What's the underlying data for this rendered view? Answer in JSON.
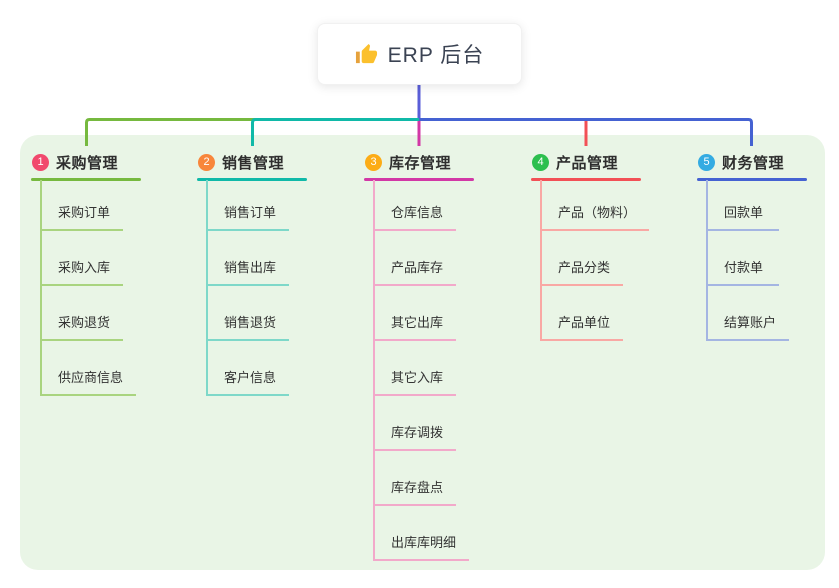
{
  "root": {
    "label": "ERP 后台",
    "icon": "thumbs-up-icon"
  },
  "colors": {
    "panel_bg": "#e9f5e6",
    "trunk": "#5a5ed8"
  },
  "branches": [
    {
      "index": "1",
      "title": "采购管理",
      "badge_color": "#f1496d",
      "line_color": "#76b93f",
      "child_line_color": "#a9d47f",
      "children": [
        "采购订单",
        "采购入库",
        "采购退货",
        "供应商信息"
      ]
    },
    {
      "index": "2",
      "title": "销售管理",
      "badge_color": "#f8863b",
      "line_color": "#10b9a8",
      "child_line_color": "#7ed8c9",
      "children": [
        "销售订单",
        "销售出库",
        "销售退货",
        "客户信息"
      ]
    },
    {
      "index": "3",
      "title": "库存管理",
      "badge_color": "#fcac16",
      "line_color": "#d238a6",
      "child_line_color": "#f2a9ca",
      "children": [
        "仓库信息",
        "产品库存",
        "其它出库",
        "其它入库",
        "库存调拨",
        "库存盘点",
        "出库库明细"
      ]
    },
    {
      "index": "4",
      "title": "产品管理",
      "badge_color": "#2cbf4e",
      "line_color": "#f25056",
      "child_line_color": "#f9a8a4",
      "children": [
        "产品（物料）",
        "产品分类",
        "产品单位"
      ]
    },
    {
      "index": "5",
      "title": "财务管理",
      "badge_color": "#34abe2",
      "line_color": "#4562d2",
      "child_line_color": "#a4b5e2",
      "children": [
        "回款单",
        "付款单",
        "结算账户"
      ]
    }
  ]
}
